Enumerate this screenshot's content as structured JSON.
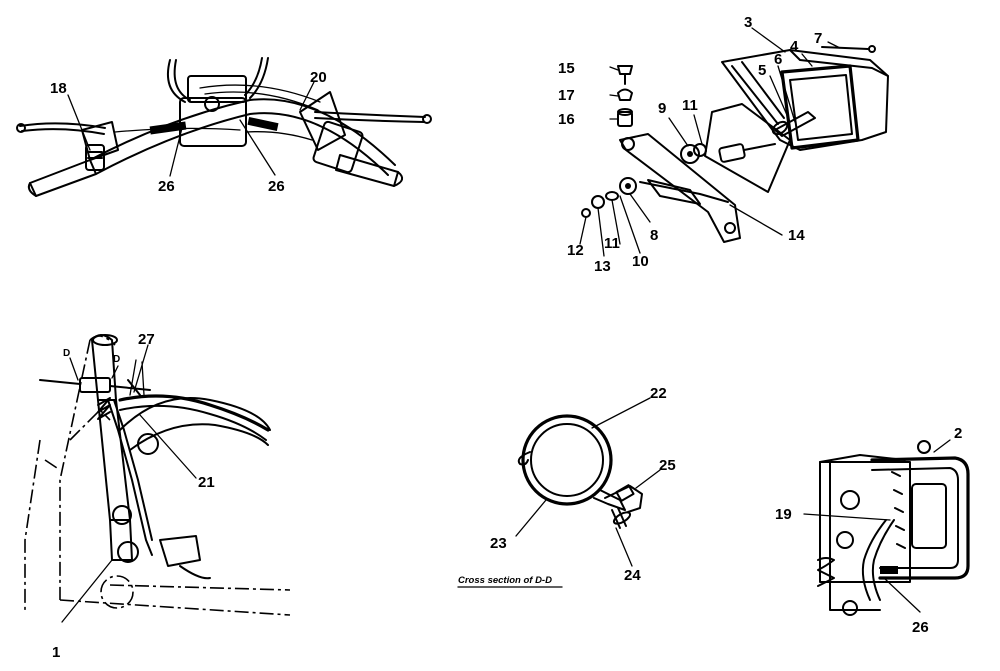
{
  "labels": {
    "n18": "18",
    "n20": "20",
    "n26a": "26",
    "n26b": "26",
    "n3": "3",
    "n4": "4",
    "n5": "5",
    "n6": "6",
    "n7": "7",
    "n15": "15",
    "n17": "17",
    "n16": "16",
    "n9": "9",
    "n11a": "11",
    "n12": "12",
    "n13": "13",
    "n11b": "11",
    "n10": "10",
    "n8": "8",
    "n14": "14",
    "n27": "27",
    "n21": "21",
    "n1": "1",
    "dLeft": "D",
    "dRight": "D",
    "n22": "22",
    "n25": "25",
    "n23": "23",
    "n24": "24",
    "n2": "2",
    "n19": "19",
    "n26c": "26"
  },
  "caption": "Cross section of D-D"
}
